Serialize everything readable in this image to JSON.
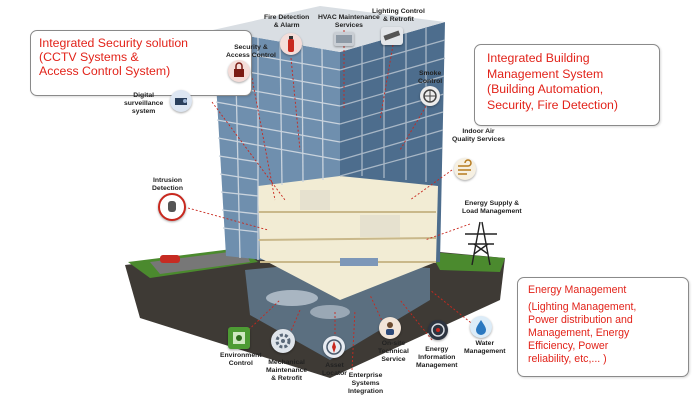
{
  "callouts": {
    "security": [
      "Integrated Security solution",
      "(CCTV Systems &",
      "Access Control System)"
    ],
    "ibms": [
      "Integrated Building",
      "Management System",
      "(Building Automation,",
      "Security, Fire Detection)"
    ],
    "energy": [
      "Energy Management",
      "(Lighting Management,",
      "Power distribution and",
      "Management, Energy",
      "Efficiency, Power",
      "reliability, etc,... )"
    ]
  },
  "labels": {
    "fire": [
      "Fire Detection",
      "& Alarm"
    ],
    "hvac": [
      "HVAC Maintenance",
      "Services"
    ],
    "lighting": [
      "Lighting Control",
      "& Retrofit"
    ],
    "access": [
      "Security &",
      "Access Control"
    ],
    "surveillance": [
      "Digital",
      "surveillance",
      "system"
    ],
    "smoke": [
      "Smoke",
      "Control"
    ],
    "iaq": [
      "Indoor Air",
      "Quality Services"
    ],
    "intrusion": [
      "Intrusion",
      "Detection"
    ],
    "energy_supply": [
      "Energy Supply &",
      "Load Management"
    ],
    "environment": [
      "Environment",
      "Control"
    ],
    "mechanical": [
      "Mechanical",
      "Maintenance",
      "& Retrofit"
    ],
    "asset": [
      "Asset",
      "Locator"
    ],
    "onsite": [
      "On-site",
      "Technical",
      "Service"
    ],
    "enterprise": [
      "Enterprise",
      "Systems",
      "Integration"
    ],
    "eim": [
      "Energy",
      "Information",
      "Management"
    ],
    "water": [
      "Water",
      "Management"
    ]
  },
  "colors": {
    "callout_text": "#e2231a",
    "glass": "#6f8fae",
    "glass_dark": "#4d6d8d",
    "frame": "#d9dee3",
    "ground": "#3e3a35",
    "grass": "#4b8a2e",
    "leader": "#c8281e"
  },
  "icons": [
    "fire-extinguisher-icon",
    "hvac-unit-icon",
    "lamp-icon",
    "lock-icon",
    "camera-icon",
    "smoke-fan-icon",
    "air-quality-icon",
    "stop-hand-icon",
    "transmission-tower-icon",
    "environment-panel-icon",
    "gear-icon",
    "compass-icon",
    "technician-icon",
    "server-icon",
    "water-drop-icon"
  ]
}
